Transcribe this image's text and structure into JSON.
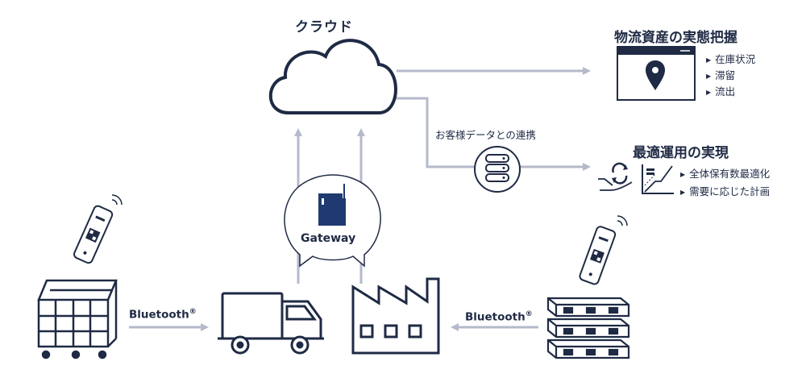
{
  "cloud": {
    "label": "クラウド"
  },
  "gateway": {
    "label": "Gateway"
  },
  "bluetooth": {
    "left_label": "Bluetooth",
    "right_label": "Bluetooth",
    "mark": "®"
  },
  "visibility": {
    "title": "物流資産の実態把握",
    "items": [
      "在庫状況",
      "滞留",
      "流出"
    ]
  },
  "customer_link": {
    "label": "お客様データとの連携"
  },
  "optimization": {
    "title": "最適運用の実現",
    "items": [
      "全体保有数最適化",
      "需要に応じた計画"
    ]
  },
  "icons": [
    "cloud-icon",
    "gateway-icon",
    "database-icon",
    "map-pin-icon",
    "recycle-icon",
    "chart-icon",
    "cart-icon",
    "truck-icon",
    "factory-icon",
    "pallet-icon",
    "tag-icon"
  ],
  "colors": {
    "navy": "#1f2a44",
    "arrow": "#b5bacb",
    "pin": "#1f2a44"
  }
}
